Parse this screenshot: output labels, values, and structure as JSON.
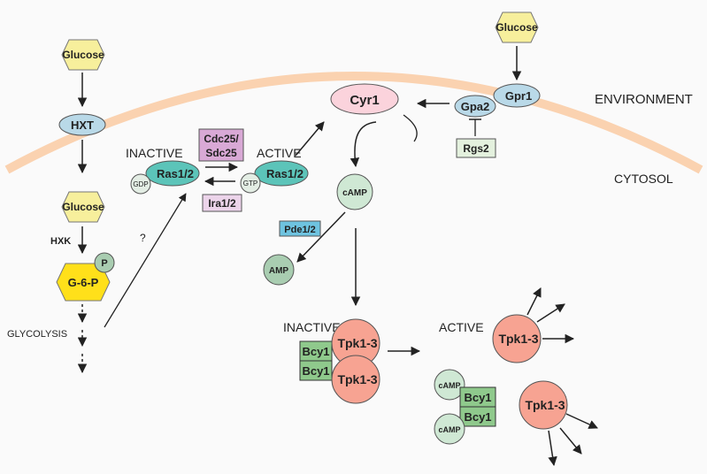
{
  "regions": {
    "environment": "ENVIRONMENT",
    "cytosol": "CYTOSOL"
  },
  "left_pathway": {
    "glucose_outside": "Glucose",
    "transporter": "HXT",
    "glucose_inside": "Glucose",
    "kinase": "HXK",
    "phosphate": "P",
    "product": "G-6-P",
    "process": "GLYCOLYSIS",
    "unknown_link": "?"
  },
  "ras_cycle": {
    "inactive_label": "INACTIVE",
    "active_label": "ACTIVE",
    "gef": "Cdc25/\nSdc25",
    "gef_line1": "Cdc25/",
    "gef_line2": "Sdc25",
    "gap": "Ira1/2",
    "ras_inactive": "Ras1/2",
    "ras_active": "Ras1/2",
    "gdp": "GDP",
    "gtp": "GTP"
  },
  "gpcr": {
    "glucose": "Glucose",
    "receptor": "Gpr1",
    "g_alpha": "Gpa2",
    "rgs": "Rgs2"
  },
  "camp_pathway": {
    "cyclase": "Cyr1",
    "camp": "cAMP",
    "pde": "Pde1/2",
    "amp": "AMP"
  },
  "pka": {
    "inactive_label": "INACTIVE",
    "active_label": "ACTIVE",
    "catalytic": "Tpk1-3",
    "regulatory": "Bcy1",
    "camp": "cAMP"
  },
  "colors": {
    "glucose": "#f7ef9c",
    "g6p": "#ffe01a",
    "membrane": "#fad2b0",
    "receptor": "#b9d9e8",
    "ras": "#5cc4b9",
    "gef": "#d9a9d6",
    "gap": "#ecd4ea",
    "cyr1": "#fbd3dc",
    "camp": "#cfe8d4",
    "pde": "#6ec3e0",
    "tpk": "#f7a392",
    "bcy": "#8fc98c",
    "rgs": "#e4f1de"
  }
}
